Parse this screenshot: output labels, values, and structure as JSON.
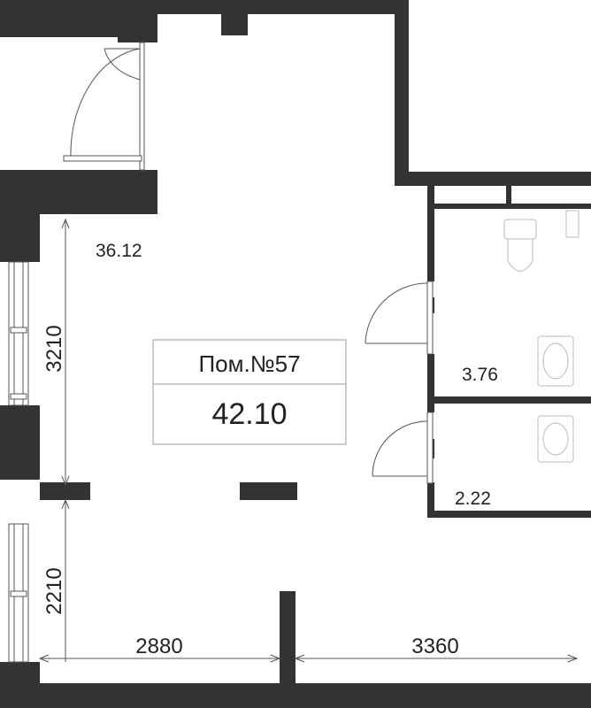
{
  "colors": {
    "wall": "#333333",
    "line": "#555555",
    "text": "#222222",
    "fixture": "#bbbbbb",
    "background": "#ffffff"
  },
  "unit": {
    "name": "Пом.№57",
    "total_area": "42.10"
  },
  "rooms": {
    "main_area": "36.12",
    "bath_area": "3.76",
    "wc_area": "2.22"
  },
  "dimensions": {
    "left_upper": "3210",
    "left_lower": "2210",
    "bottom_left": "2880",
    "bottom_right": "3360"
  },
  "fixtures": [
    "toilet-icon",
    "sink-icon",
    "sink-icon"
  ]
}
